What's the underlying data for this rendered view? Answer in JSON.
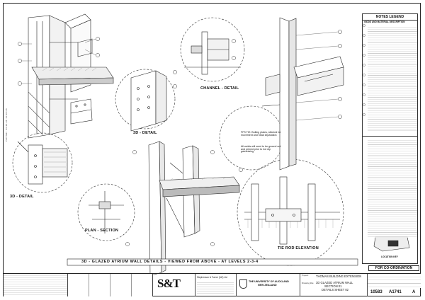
{
  "titles": {
    "plan_section": "PLAN - SECTION",
    "detail_3d_left": "3D - DETAIL",
    "detail_3d_mid": "3D - DETAIL",
    "channel_detail": "CHANNEL - DETAIL",
    "tie_rod": "TIE ROD ELEVATION",
    "banner": "3D - GLAZED ATRIUM WALL DETAILS - VIEWED FROM ABOVE - AT LEVELS 2-3-4"
  },
  "legend": {
    "title": "NOTES LEGEND",
    "subtitle": "GIDDS AND MATERIAL DESCRIPTION"
  },
  "coordination": "FOR CO-ORDINATION",
  "location_key": "LOCATION KEY",
  "title_block": {
    "firm_logo": "S&T",
    "firm_name": "Stephenson & Turner (NZ) Ltd",
    "university": "THE UNIVERSITY OF AUCKLAND",
    "country": "NEW ZEALAND",
    "project_label": "Project",
    "project": "THOMAS BUILDING EXTENSION",
    "drawing_label": "Drawing title",
    "drawing_title_1": "3D GLAZED ATRIUM WALL",
    "drawing_title_2": "SECTION 01",
    "drawing_title_3": "DETAILS SHEET 02",
    "job_no": "10583",
    "drawing_no": "A1741",
    "revision": "A"
  },
  "callout_note_1": "FFS TIE: Bolting plates, stitched for movement and head separation",
  "callout_note_2": "All welds will need to be ground out and primed prior to hot dip galvanising",
  "side_text": "PLOTTED: 24-06-06 11:06:45"
}
